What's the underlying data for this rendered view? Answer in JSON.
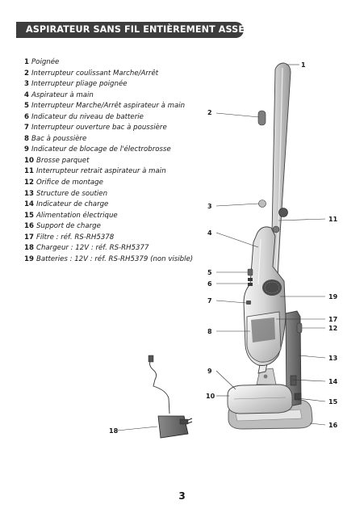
{
  "header": {
    "title": "ASPIRATEUR SANS FIL ENTIÈREMENT ASSEMBLÉ"
  },
  "legend": [
    {
      "num": "1",
      "text": "Poignée"
    },
    {
      "num": "2",
      "text": "Interrupteur coulissant Marche/Arrêt"
    },
    {
      "num": "3",
      "text": "Interrupteur pliage poignée"
    },
    {
      "num": "4",
      "text": "Aspirateur à main"
    },
    {
      "num": "5",
      "text": "Interrupteur Marche/Arrêt aspirateur à main"
    },
    {
      "num": "6",
      "text": "Indicateur du niveau de batterie"
    },
    {
      "num": "7",
      "text": "Interrupteur ouverture bac à poussière"
    },
    {
      "num": "8",
      "text": "Bac à poussière"
    },
    {
      "num": "9",
      "text": "Indicateur de blocage de l'électrobrosse"
    },
    {
      "num": "10",
      "text": "Brosse parquet"
    },
    {
      "num": "11",
      "text": "Interrupteur retrait aspirateur à main"
    },
    {
      "num": "12",
      "text": "Orifice de montage"
    },
    {
      "num": "13",
      "text": "Structure de soutien"
    },
    {
      "num": "14",
      "text": "Indicateur de charge"
    },
    {
      "num": "15",
      "text": "Alimentation électrique"
    },
    {
      "num": "16",
      "text": "Support de charge"
    },
    {
      "num": "17",
      "text": "Filtre : réf. RS-RH5378"
    },
    {
      "num": "18",
      "text": "Chargeur : 12V : réf. RS-RH5377"
    },
    {
      "num": "19",
      "text": "Batteries : 12V : réf. RS-RH5379 (non visible)"
    }
  ],
  "callouts": {
    "c1": "1",
    "c2": "2",
    "c3": "3",
    "c4": "4",
    "c5": "5",
    "c6": "6",
    "c7": "7",
    "c8": "8",
    "c9": "9",
    "c10": "10",
    "c11": "11",
    "c12": "12",
    "c13": "13",
    "c14": "14",
    "c15": "15",
    "c16": "16",
    "c17": "17",
    "c18": "18",
    "c19": "19"
  },
  "page_number": "3"
}
